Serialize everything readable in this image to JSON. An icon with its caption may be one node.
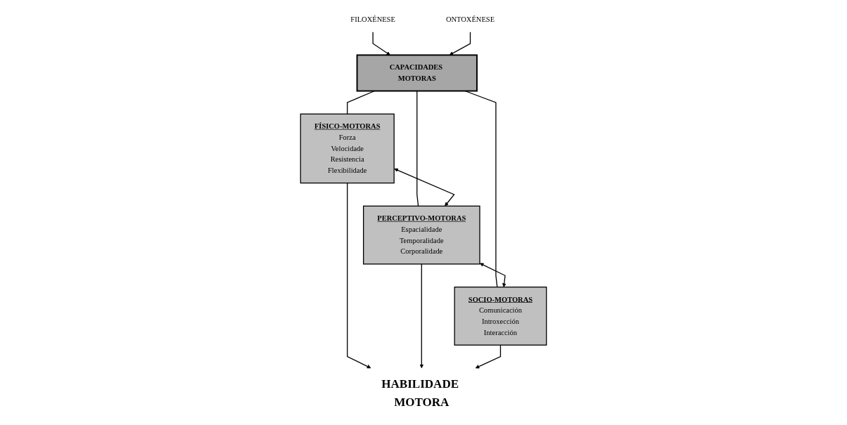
{
  "diagram": {
    "nodes": [
      {
        "text": [
          "FILOXÉNESE"
        ]
      },
      {
        "text": [
          "CAPACIDADES MOTORAS"
        ]
      },
      {
        "text": [
          "ONTOXÉNESE"
        ]
      },
      {
        "text": [
          "FÍSICO-MOTORAS",
          "Forza",
          "Velocidade",
          "Resistencia",
          "Flexibilidade"
        ]
      },
      {
        "text": [
          "PERCEPTIVO-MOTORAS",
          "Espacialidade",
          "Temporalidade",
          "Corporalidade"
        ]
      },
      {
        "text": [
          "SOCIO-MOTORAS",
          "Comunicación",
          "Introxección",
          "Interacción"
        ]
      },
      {
        "text": [
          "HABILIDADE MOTORA"
        ]
      }
    ],
    "edges": [
      {
        "from": 0,
        "to": 1,
        "arrow": "to"
      },
      {
        "from": 2,
        "to": 1,
        "arrow": "to"
      },
      {
        "from": 1,
        "to": 3,
        "arrow": "none"
      },
      {
        "from": 1,
        "to": 4,
        "arrow": "none"
      },
      {
        "from": 1,
        "to": 5,
        "arrow": "none"
      },
      {
        "from": 3,
        "to": 4,
        "arrow": "both"
      },
      {
        "from": 4,
        "to": 5,
        "arrow": "both"
      },
      {
        "from": 3,
        "to": 6,
        "arrow": "to"
      },
      {
        "from": 4,
        "to": 6,
        "arrow": "to"
      },
      {
        "from": 5,
        "to": 6,
        "arrow": "to"
      }
    ]
  }
}
